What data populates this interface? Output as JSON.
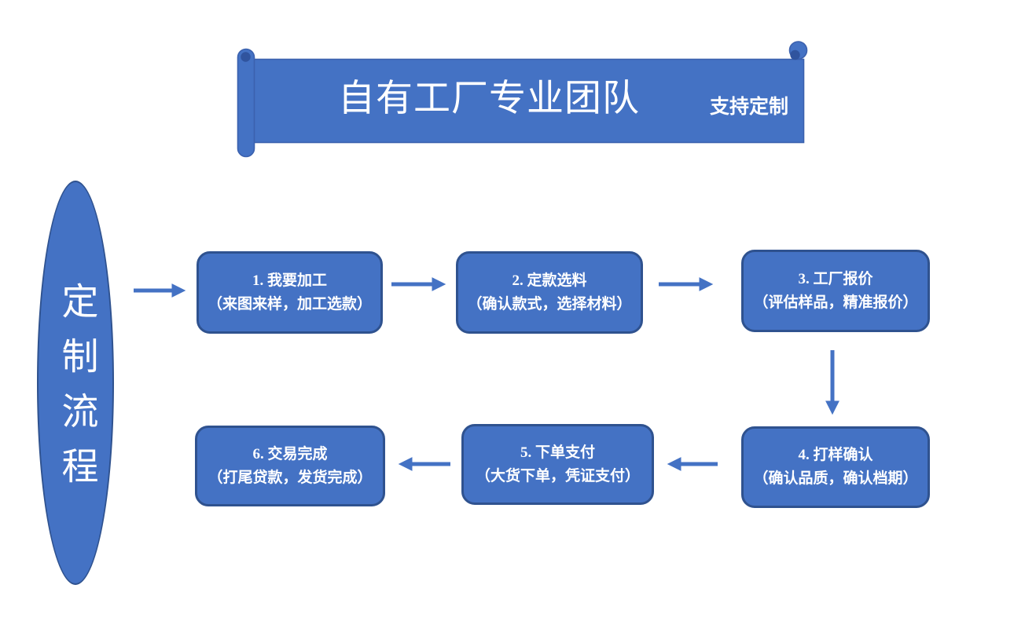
{
  "banner": {
    "title": "自有工厂专业团队",
    "subtitle": "支持定制"
  },
  "side_label": {
    "text": "定制流程"
  },
  "flow": {
    "steps": [
      {
        "title": "1. 我要加工",
        "subtitle": "（来图来样，加工选款）"
      },
      {
        "title": "2. 定款选料",
        "subtitle": "（确认款式，选择材料）"
      },
      {
        "title": "3. 工厂报价",
        "subtitle": "（评估样品，精准报价）"
      },
      {
        "title": "4. 打样确认",
        "subtitle": "（确认品质，确认档期）"
      },
      {
        "title": "5. 下单支付",
        "subtitle": "（大货下单，凭证支付）"
      },
      {
        "title": "6. 交易完成",
        "subtitle": "（打尾贷款，发货完成）"
      }
    ]
  },
  "colors": {
    "primary": "#4472C4",
    "shape_border": "#2F528F",
    "curl_shadow": "#30549E",
    "text_on_blue": "#FFFFFF",
    "background": "#FFFFFF"
  }
}
